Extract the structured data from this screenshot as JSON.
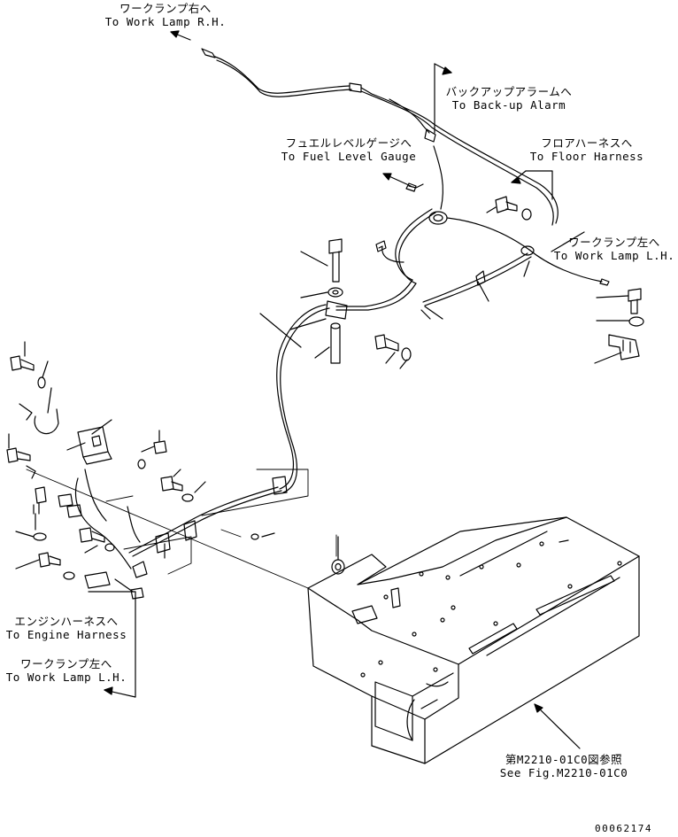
{
  "callouts": {
    "work_lamp_rh": {
      "jp": "ワークランプ右へ",
      "en": "To Work Lamp R.H."
    },
    "backup_alarm": {
      "jp": "バックアップアラームへ",
      "en": "To Back-up Alarm"
    },
    "fuel_level_gauge": {
      "jp": "フュエルレベルゲージへ",
      "en": "To Fuel Level Gauge"
    },
    "floor_harness": {
      "jp": "フロアハーネスへ",
      "en": "To Floor Harness"
    },
    "work_lamp_lh_right": {
      "jp": "ワークランプ左へ",
      "en": "To Work Lamp L.H."
    },
    "engine_harness": {
      "jp": "エンジンハーネスへ",
      "en": "To Engine Harness"
    },
    "work_lamp_lh_left": {
      "jp": "ワークランプ左へ",
      "en": "To Work Lamp L.H."
    },
    "see_fig": {
      "jp": "第M2210-01C0図参照",
      "en": "See Fig.M2210-01C0"
    }
  },
  "drawing_number": "00062174"
}
